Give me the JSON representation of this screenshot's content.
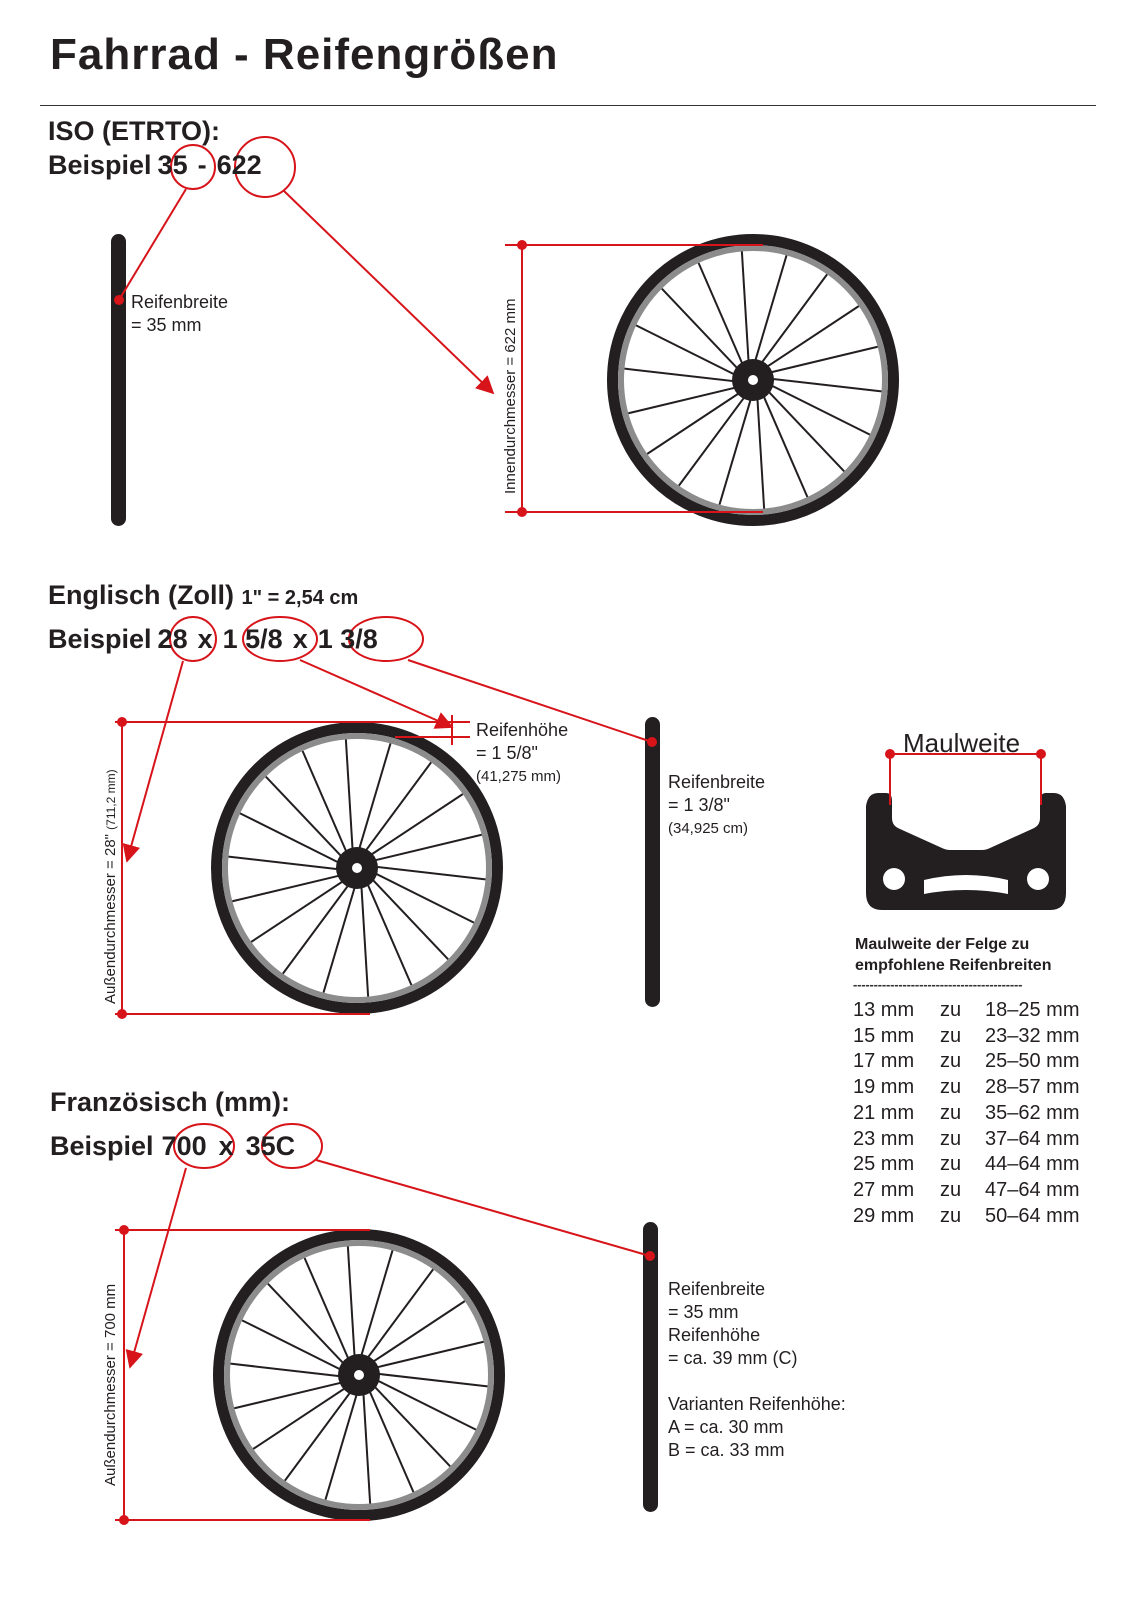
{
  "title": "Fahrrad - Reifengrößen",
  "iso": {
    "heading": "ISO (ETRTO):",
    "example_prefix": "Beispiel",
    "code_width": "35",
    "separator": "-",
    "code_diameter": "622",
    "width_label_1": "Reifenbreite",
    "width_label_2": "= 35 mm",
    "diameter_label": "Innendurchmesser = 622 mm"
  },
  "english": {
    "heading": "Englisch (Zoll)",
    "conversion": "1\" = 2,54 cm",
    "example_prefix": "Beispiel",
    "code_diameter": "28",
    "sep1": "x",
    "code_height": "1 5/8",
    "sep2": "x",
    "code_width": "1 3/8",
    "height_label_1": "Reifenhöhe",
    "height_label_2": "= 1 5/8\"",
    "height_label_3": "(41,275 mm)",
    "width_label_1": "Reifenbreite",
    "width_label_2": "= 1 3/8\"",
    "width_label_3": "(34,925 cm)",
    "diameter_label": "Außendurchmesser = 28\"",
    "diameter_label_sub": "(711,2 mm)"
  },
  "french": {
    "heading": "Französisch (mm):",
    "example_prefix": "Beispiel",
    "code_diameter": "700",
    "sep": "x",
    "code_width": "35C",
    "label_1": "Reifenbreite",
    "label_2": "= 35 mm",
    "label_3": "Reifenhöhe",
    "label_4": "= ca. 39 mm (C)",
    "label_5": "Varianten Reifenhöhe:",
    "label_6": "A = ca. 30 mm",
    "label_7": "B = ca. 33 mm",
    "diameter_label": "Außendurchmesser = 700 mm"
  },
  "rim": {
    "label": "Maulweite",
    "table_heading_1": "Maulweite der Felge zu",
    "table_heading_2": "empfohlene Reifenbreiten",
    "divider": "-----------------------------------------",
    "rows": [
      {
        "rim": "13 mm",
        "zu": "zu",
        "tire": "18–25 mm"
      },
      {
        "rim": "15 mm",
        "zu": "zu",
        "tire": "23–32 mm"
      },
      {
        "rim": "17 mm",
        "zu": "zu",
        "tire": "25–50 mm"
      },
      {
        "rim": "19 mm",
        "zu": "zu",
        "tire": "28–57 mm"
      },
      {
        "rim": "21 mm",
        "zu": "zu",
        "tire": "35–62 mm"
      },
      {
        "rim": "23 mm",
        "zu": "zu",
        "tire": "37–64 mm"
      },
      {
        "rim": "25 mm",
        "zu": "zu",
        "tire": "44–64 mm"
      },
      {
        "rim": "27 mm",
        "zu": "zu",
        "tire": "47–64 mm"
      },
      {
        "rim": "29 mm",
        "zu": "zu",
        "tire": "50–64 mm"
      }
    ]
  },
  "colors": {
    "accent": "#d7141a",
    "ink": "#231f20",
    "rim_gray": "#8c8c8c"
  }
}
